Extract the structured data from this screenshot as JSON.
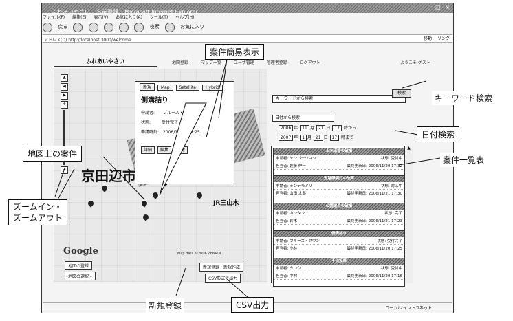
{
  "browser": {
    "title": "ふれあいやさい – 名前登録 – Microsoft Internet Explorer",
    "menu": [
      "ファイル(F)",
      "編集(E)",
      "表示(V)",
      "お気に入り(A)",
      "ツール(T)",
      "ヘルプ(H)"
    ],
    "toolbar": {
      "back": "戻る",
      "search": "検索",
      "favorites": "お気に入り"
    },
    "address_label": "アドレス(D)",
    "address": "http://localhost:3000/welcome",
    "go": "移動",
    "links": "リンク"
  },
  "app": {
    "title": "ふれあいやさい",
    "nav": [
      "地図登録",
      "マップ一覧",
      "ユーザ管理",
      "管理者登録",
      "ログアウト"
    ],
    "top_right": "ようこそ ゲスト"
  },
  "map": {
    "city_label": "京田辺市",
    "station_label": "JR三山木",
    "google_logo": "Google",
    "copyright": "Map data ©2006 ZENRIN",
    "new_button": "地図の登録",
    "select_label": "地図の選択",
    "register_button": "新規登録・新規作成",
    "csv_button": "CSV形式で出力"
  },
  "popup": {
    "tabs": [
      "新規",
      "Map",
      "Satellite",
      "Hybrid"
    ],
    "title": "側溝詰り",
    "requester_label": "申請者:",
    "requester": "ブルース・タウン",
    "status_label": "状態:",
    "status": "受付完了",
    "date_label": "申請時刻:",
    "date": "2006/11/21 17:25",
    "buttons": [
      "詳細",
      "編集",
      "削除"
    ]
  },
  "search": {
    "keyword_placeholder": "キーワードから検索",
    "button": "検索",
    "date_label": "日付から検索",
    "from": {
      "year": "2006",
      "month": "11",
      "day": "21",
      "hour": "17",
      "suffix": "時から"
    },
    "to": {
      "year": "2007",
      "month": "1",
      "day": "21",
      "hour": "17",
      "suffix": "時まで"
    }
  },
  "cases": [
    {
      "title": "上水道管の破損",
      "requester": "申請者: ヤンパナショウ",
      "status": "状態: 受付中",
      "person": "担当者: 佐藤 伸一",
      "date": "最終更新日: 2006/11/20 17:32"
    },
    {
      "title": "道路照明灯の故障",
      "requester": "申請者: ナンデモアリ",
      "status": "状態: 対応中",
      "person": "担当者: 山田 太郎",
      "date": "最終更新日: 2006/11/21 17:30"
    },
    {
      "title": "公園遊具の破損",
      "requester": "申請者: カンタン",
      "status": "状態: 完了",
      "person": "担当者: 鈴木",
      "date": "最終更新日: 2006/11/21 17:23"
    },
    {
      "title": "側溝詰り",
      "requester": "申請者: ブルース・タウン",
      "status": "状態: 受付完了",
      "person": "担当者: 小林",
      "date": "最終更新日: 2006/11/20 17:25"
    },
    {
      "title": "不法投棄",
      "requester": "申請者: タロウ",
      "status": "状態: 受付中",
      "person": "担当者: 中村",
      "date": "最終更新日: 2006/11/20 17:16"
    }
  ],
  "status_bar": {
    "left": "",
    "right": "ローカル イントラネット"
  },
  "callouts": {
    "simple_view": "案件簡易表示",
    "keyword_search": "キーワード検索",
    "date_search": "日付検索",
    "map_cases": "地図上の案件",
    "case_list": "案件一覧表",
    "zoom": "ズームイン・\nズームアウト",
    "new_register": "新規登録",
    "csv_output": "CSV出力"
  }
}
